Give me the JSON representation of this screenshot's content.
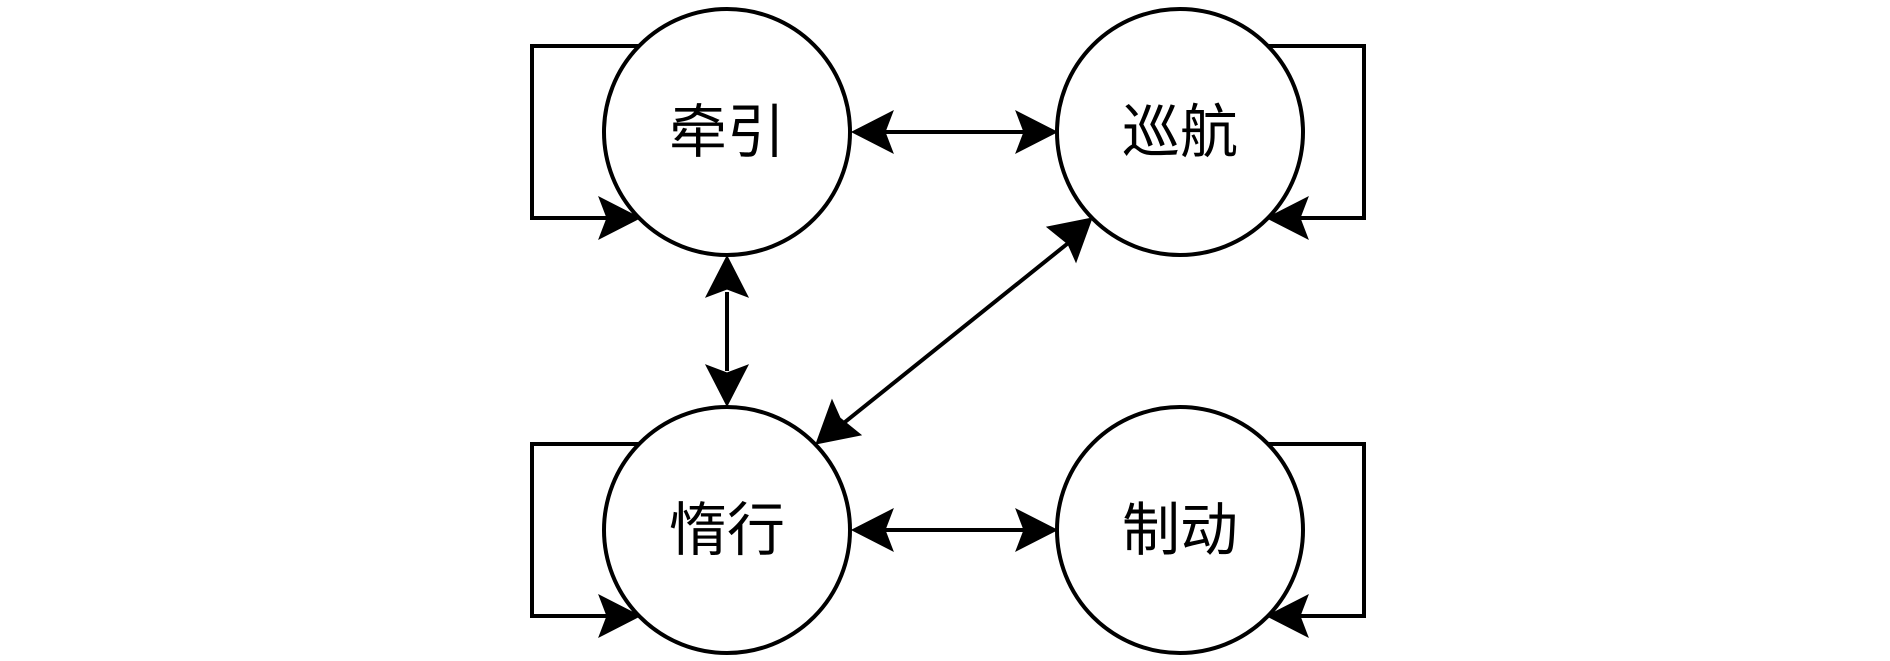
{
  "diagram": {
    "nodes": {
      "traction": {
        "label": "牵引"
      },
      "cruise": {
        "label": "巡航"
      },
      "coast": {
        "label": "惰行"
      },
      "brake": {
        "label": "制动"
      }
    },
    "edges": [
      {
        "from": "traction",
        "to": "cruise",
        "direction": "both"
      },
      {
        "from": "traction",
        "to": "coast",
        "direction": "both"
      },
      {
        "from": "coast",
        "to": "cruise",
        "direction": "both"
      },
      {
        "from": "coast",
        "to": "brake",
        "direction": "both"
      },
      {
        "from": "traction",
        "to": "traction",
        "direction": "self-loop"
      },
      {
        "from": "cruise",
        "to": "cruise",
        "direction": "self-loop"
      },
      {
        "from": "coast",
        "to": "coast",
        "direction": "self-loop"
      },
      {
        "from": "brake",
        "to": "brake",
        "direction": "self-loop"
      }
    ]
  }
}
